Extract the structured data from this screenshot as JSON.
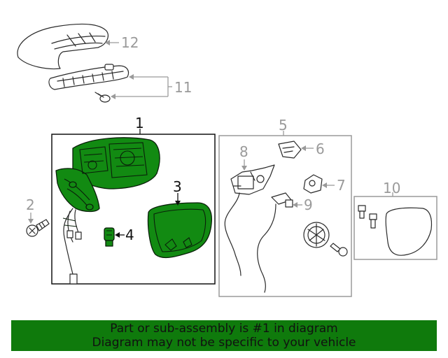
{
  "callouts": {
    "c1": "1",
    "c2": "2",
    "c3": "3",
    "c4": "4",
    "c5": "5",
    "c6": "6",
    "c7": "7",
    "c8": "8",
    "c9": "9",
    "c10": "10",
    "c11": "11",
    "c12": "12"
  },
  "footer": {
    "line1": "Part or sub-assembly is #1 in diagram",
    "line2": "Diagram may not be specific to your vehicle"
  },
  "colors": {
    "highlight": "#128a12",
    "footer_bg": "#0f7a0c",
    "callout_gray": "#9a9a9a"
  }
}
